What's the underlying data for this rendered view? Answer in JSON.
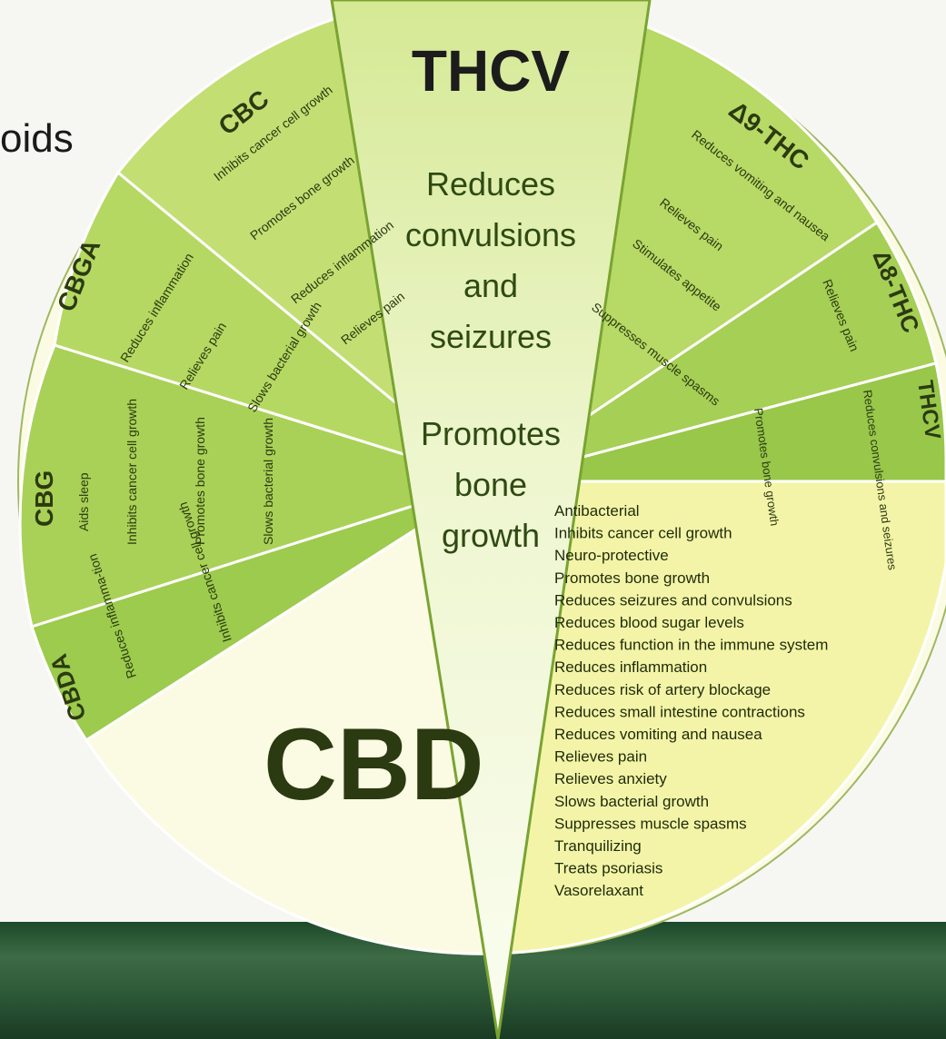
{
  "partial_title": "oids",
  "colors": {
    "wheel_green_light": "#b8d86a",
    "wheel_green_dark": "#8cbf3a",
    "cbd_yellow": "#f3f3a6",
    "cbd_pale": "#fbfbe4",
    "thcv_slice_top": "#d8ea9a",
    "thcv_slice_bottom": "#f7fbe8",
    "band_green": "#2e5a38"
  },
  "segments": {
    "cbc": {
      "name": "CBC",
      "effects": [
        "Inhibits cancer cell growth",
        "Promotes bone growth",
        "Reduces inflammation",
        "Relieves pain"
      ]
    },
    "cbga": {
      "name": "CBGA",
      "effects": [
        "Reduces inflammation",
        "Relieves pain",
        "Slows bacterial growth"
      ]
    },
    "cbg": {
      "name": "CBG",
      "effects": [
        "Aids sleep",
        "Inhibits cancer cell growth",
        "Promotes bone growth",
        "Slows bacterial growth"
      ]
    },
    "cbda": {
      "name": "CBDA",
      "effects": [
        "Reduces inflamma-tion",
        "Inhibits cancer cell growth"
      ]
    },
    "d9thc": {
      "name": "Δ9-THC",
      "effects": [
        "Reduces vomiting and nausea",
        "Relieves pain",
        "Stimulates appetite",
        "Suppresses muscle spasms"
      ]
    },
    "d8thc": {
      "name": "Δ8-THC",
      "effects": [
        "Relieves pain"
      ]
    },
    "thcv_small": {
      "name": "THCV",
      "effects": [
        "Reduces convulsions and seizures",
        "Promotes bone growth"
      ]
    },
    "cbd": {
      "name": "CBD",
      "effects": [
        "Antibacterial",
        "Inhibits cancer cell growth",
        "Neuro-protective",
        "Promotes bone growth",
        "Reduces seizures and convulsions",
        "Reduces blood sugar levels",
        "Reduces function in the immune system",
        "Reduces inflammation",
        "Reduces risk of artery blockage",
        "Reduces small intestine contractions",
        "Reduces vomiting and nausea",
        "Relieves pain",
        "Relieves anxiety",
        "Slows bacterial growth",
        "Suppresses muscle spasms",
        "Tranquilizing",
        "Treats psoriasis",
        "Vasorelaxant"
      ]
    }
  },
  "highlight": {
    "name": "THCV",
    "effect_1": [
      "Reduces",
      "convulsions",
      "and",
      "seizures"
    ],
    "effect_2": [
      "Promotes",
      "bone",
      "growth"
    ]
  }
}
